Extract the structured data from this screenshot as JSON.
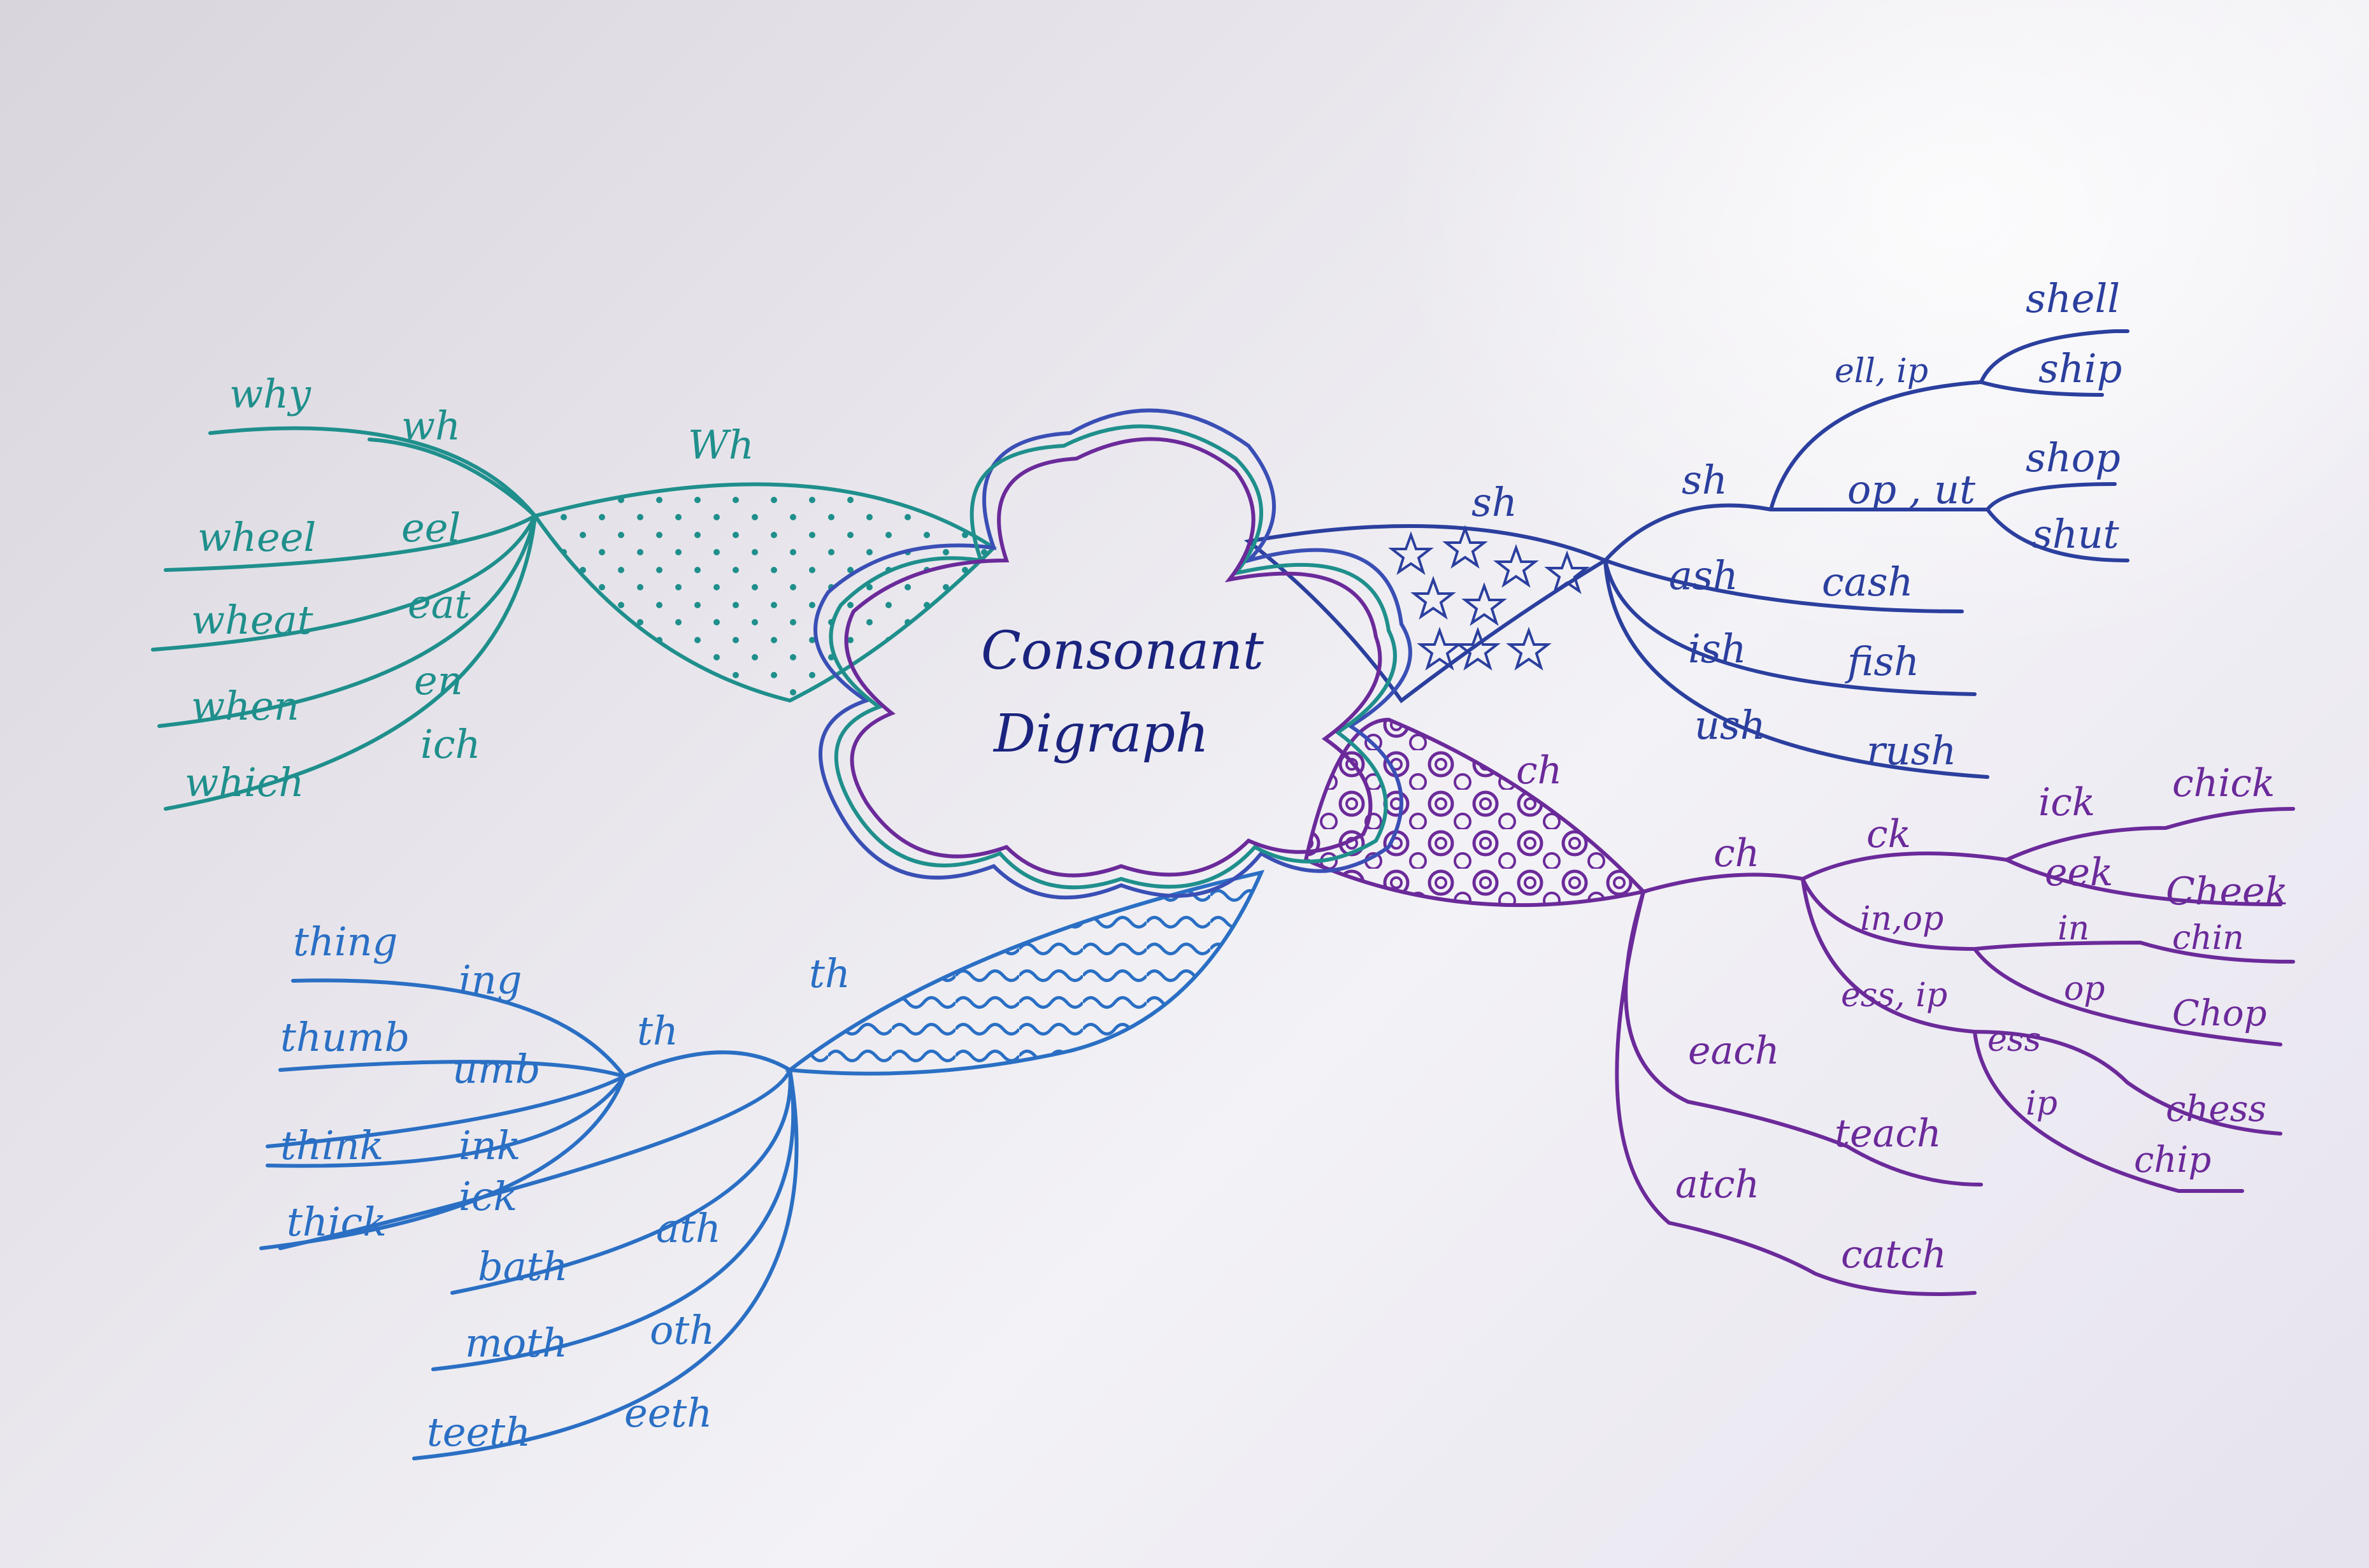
{
  "center": {
    "line1": "Consonant",
    "line2": "Digraph"
  },
  "colors": {
    "wh": "#1f8f8c",
    "sh": "#2b3f9e",
    "ch": "#6b2a9a",
    "th": "#2a6fc4",
    "cloud": "#3a4fb5"
  },
  "branches": {
    "wh": {
      "label": "Wh",
      "sub": "wh",
      "words": [
        {
          "word": "why",
          "part": ""
        },
        {
          "word": "wheel",
          "part": "eel"
        },
        {
          "word": "wheat",
          "part": "eat"
        },
        {
          "word": "when",
          "part": "en"
        },
        {
          "word": "which",
          "part": "ich"
        }
      ]
    },
    "sh": {
      "label": "sh",
      "sub": "sh",
      "groups": [
        {
          "part": "ell, ip",
          "words": [
            "shell",
            "ship"
          ]
        },
        {
          "part": "op , ut",
          "words": [
            "shop",
            "shut"
          ]
        }
      ],
      "pairs": [
        {
          "part": "ash",
          "word": "cash"
        },
        {
          "part": "ish",
          "word": "fish"
        },
        {
          "part": "ush",
          "word": "rush"
        }
      ]
    },
    "ch": {
      "label": "ch",
      "sub": "ch",
      "ck": {
        "label": "ck",
        "items": [
          {
            "part": "ick",
            "word": "chick"
          },
          {
            "part": "eek",
            "word": "Cheek"
          }
        ]
      },
      "inop": {
        "label": "in,op",
        "items": [
          {
            "part": "in",
            "word": "chin"
          },
          {
            "part": "op",
            "word": "Chop"
          }
        ]
      },
      "essip": {
        "label": "ess, ip",
        "items": [
          {
            "part": "ess",
            "word": "chess"
          },
          {
            "part": "ip",
            "word": "chip"
          }
        ]
      },
      "pairs": [
        {
          "part": "each",
          "word": "teach"
        },
        {
          "part": "atch",
          "word": "catch"
        }
      ]
    },
    "th": {
      "label": "th",
      "sub": "th",
      "words": [
        {
          "word": "thing",
          "part": "ing"
        },
        {
          "word": "thumb",
          "part": "umb"
        },
        {
          "word": "think",
          "part": "ink"
        },
        {
          "word": "thick",
          "part": "ick"
        },
        {
          "word": "bath",
          "part": "ath"
        },
        {
          "word": "moth",
          "part": "oth"
        },
        {
          "word": "teeth",
          "part": "eeth"
        }
      ]
    }
  }
}
